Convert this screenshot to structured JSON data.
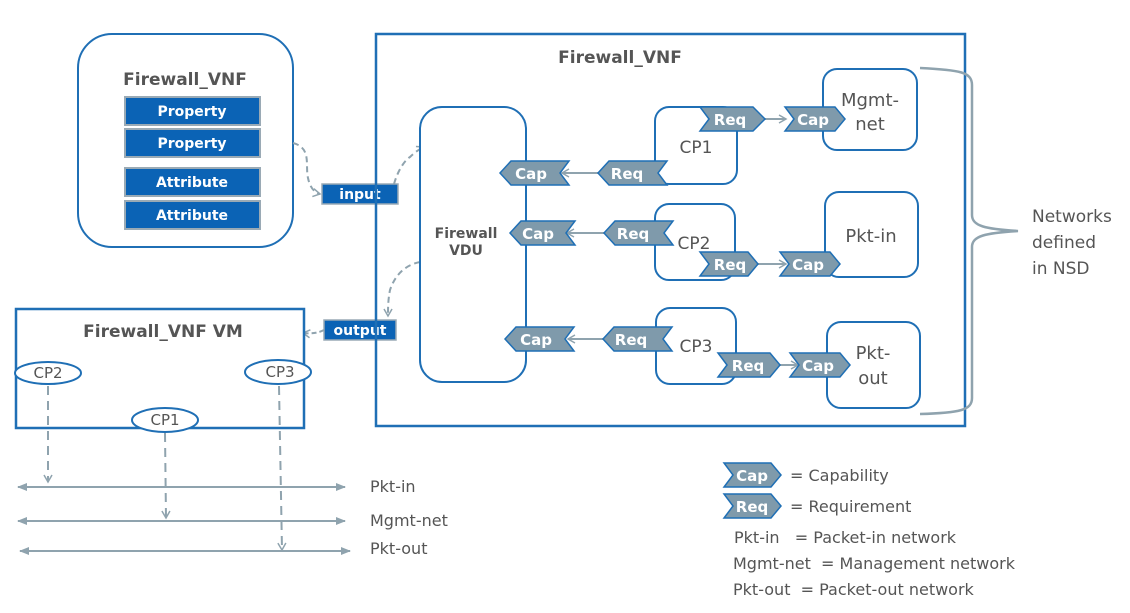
{
  "colors": {
    "border_blue": "#1f6fb5",
    "fill_blue": "#0b63b5",
    "tag_gray": "#7f9aab",
    "arrow_gray": "#8fa3ae",
    "text_gray": "#555555"
  },
  "descriptor": {
    "title": "Firewall_VNF",
    "rows": [
      "Property",
      "Property",
      "Attribute",
      "Attribute"
    ]
  },
  "labels": {
    "input": "input",
    "output": "output"
  },
  "vnf": {
    "title": "Firewall_VNF",
    "vdu_line1": "Firewall",
    "vdu_line2": "VDU",
    "cps": [
      "CP1",
      "CP2",
      "CP3"
    ],
    "networks": [
      {
        "line1": "Mgmt-",
        "line2": "net"
      },
      {
        "line1": "Pkt-in",
        "line2": ""
      },
      {
        "line1": "Pkt-",
        "line2": "out"
      }
    ],
    "cap": "Cap",
    "req": "Req"
  },
  "nsd_note": [
    "Networks",
    "defined",
    "in NSD"
  ],
  "vm": {
    "title": "Firewall_VNF VM",
    "cps": [
      "CP2",
      "CP3",
      "CP1"
    ]
  },
  "net_lines": [
    "Pkt-in",
    "Mgmt-net",
    "Pkt-out"
  ],
  "legend": {
    "cap_tag": "Cap",
    "cap_text": "= Capability",
    "req_tag": "Req",
    "req_text": "= Requirement",
    "rows": [
      "Pkt-in   = Packet-in network",
      "Mgmt-net  = Management network",
      "Pkt-out  = Packet-out network"
    ]
  }
}
